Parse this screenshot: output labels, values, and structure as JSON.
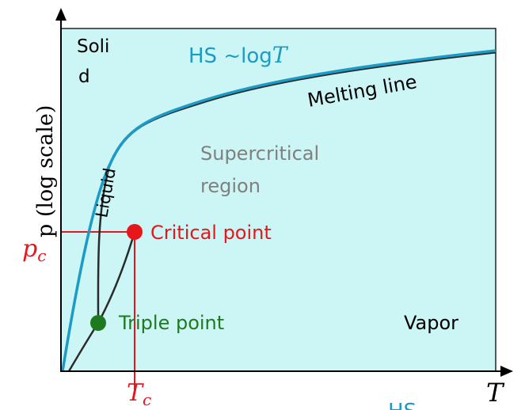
{
  "colors": {
    "plot_background": "#ccf5f5",
    "hs_curve": "#1b9bc6",
    "boundary_line": "#2b2b2b",
    "critical": "#e8161b",
    "triple": "#1e7a1e",
    "region_label": "#808080",
    "axis": "#000000"
  },
  "axes": {
    "y_label": "p (log scale)",
    "x_label": "T",
    "pc_label": "p",
    "pc_subscript": "c",
    "tc_label": "T",
    "tc_subscript": "c"
  },
  "regions": {
    "solid_line1": "Soli",
    "solid_line2": "d",
    "liquid": "Liquid",
    "supercritical_line1": "Supercritical",
    "supercritical_line2": "region",
    "vapor": "Vapor"
  },
  "curves": {
    "hs_prefix": "HS ~log",
    "hs_variable": "T",
    "melting": "Melting line",
    "bottom_hs": "HS"
  },
  "points": {
    "critical": "Critical point",
    "triple": "Triple point"
  }
}
